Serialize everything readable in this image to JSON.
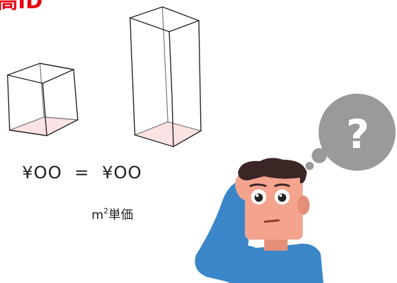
{
  "header": {
    "title_fragment": "高ID"
  },
  "comparison": {
    "left_price": "¥OO",
    "equals": "=",
    "right_price": "¥OO",
    "unit_base": "m",
    "unit_power": "2",
    "unit_suffix": "単価"
  },
  "thought_bubble": {
    "symbol": "?"
  },
  "colors": {
    "title_red": "#e60012",
    "floor_pink": "#fbe3e3",
    "bubble_gray": "#9a9a9a",
    "shirt_blue": "#3a86c8",
    "skin": "#f4a48e",
    "hair": "#3b2626",
    "ink": "#222222"
  },
  "icons": {
    "bubble": "thought-bubble-icon",
    "person": "confused-person-icon"
  }
}
